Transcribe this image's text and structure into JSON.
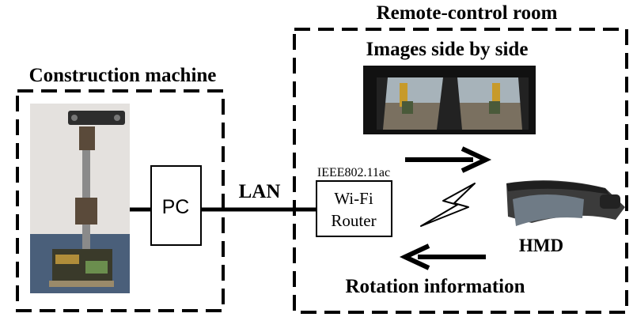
{
  "labels": {
    "remote_room": "Remote-control room",
    "images_side_by_side": "Images side by side",
    "construction_machine": "Construction machine",
    "pc": "PC",
    "lan": "LAN",
    "ieee": "IEEE802.11ac",
    "wifi_line1": "Wi-Fi",
    "wifi_line2": "Router",
    "hmd": "HMD",
    "rotation_information": "Rotation information"
  },
  "icons": {
    "robot_photo": "robot-arm-photo",
    "stereo_images": "stereo-camera-image-pair",
    "hmd": "head-mounted-display-photo",
    "wireless": "lightning-bolt-wireless-icon",
    "arrow_right": "arrow-right-icon",
    "arrow_left": "arrow-left-icon"
  }
}
